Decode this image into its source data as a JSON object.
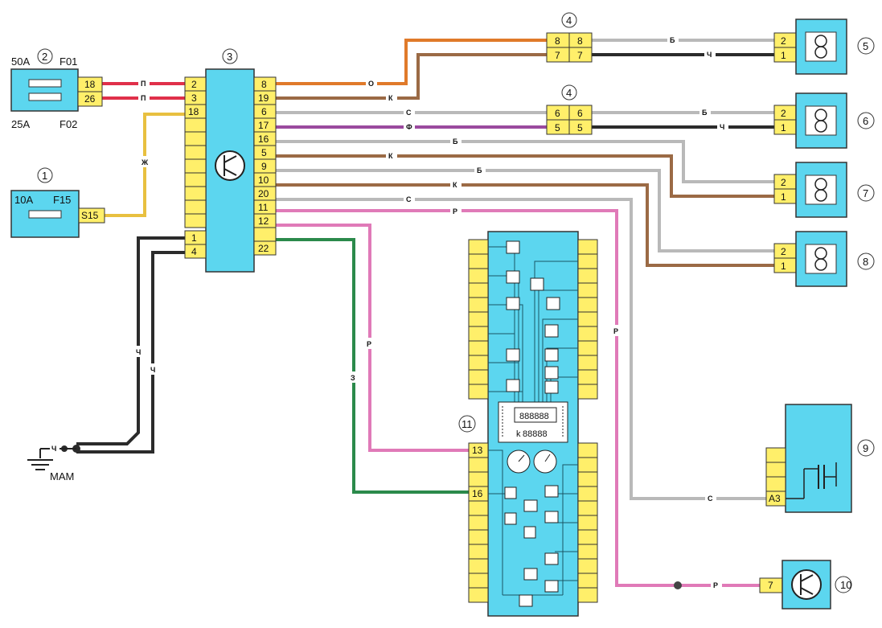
{
  "components": {
    "c1": {
      "number": "1",
      "fuse": "10A",
      "fuse_id": "F15",
      "pin": "S15"
    },
    "c2": {
      "number": "2",
      "fuse_top": "50A",
      "fuse_top_id": "F01",
      "fuse_bottom": "25A",
      "fuse_bottom_id": "F02",
      "pins": [
        "18",
        "26"
      ]
    },
    "c3": {
      "number": "3",
      "left_pins": [
        "2",
        "3",
        "18",
        "1",
        "4"
      ],
      "right_pins": [
        "8",
        "19",
        "6",
        "17",
        "16",
        "5",
        "9",
        "10",
        "20",
        "11",
        "12",
        "22"
      ]
    },
    "c4a": {
      "number": "4",
      "pins_top": [
        "8",
        "8"
      ],
      "pins_bottom": [
        "7",
        "7"
      ]
    },
    "c4b": {
      "number": "4",
      "pins_top": [
        "6",
        "6"
      ],
      "pins_bottom": [
        "5",
        "5"
      ]
    },
    "c5": {
      "number": "5",
      "pins": [
        "2",
        "1"
      ]
    },
    "c6": {
      "number": "6",
      "pins": [
        "2",
        "1"
      ]
    },
    "c7": {
      "number": "7",
      "pins": [
        "2",
        "1"
      ]
    },
    "c8": {
      "number": "8",
      "pins": [
        "2",
        "1"
      ]
    },
    "c9": {
      "number": "9",
      "pin": "A3"
    },
    "c10": {
      "number": "10",
      "pin": "7"
    },
    "c11": {
      "number": "11",
      "pins": [
        "13",
        "16"
      ],
      "display_top": "888888",
      "display_bottom": "88888",
      "display_prefix": "k"
    }
  },
  "ground": {
    "label": "МАМ"
  },
  "wire_labels": {
    "p1": "П",
    "p2": "П",
    "zh": "Ж",
    "o": "О",
    "k1": "К",
    "s1": "С",
    "f": "Ф",
    "b5": "Б",
    "ch5": "Ч",
    "b6": "Б",
    "ch6": "Ч",
    "b7": "Б",
    "k7": "К",
    "b8": "Б",
    "k8": "К",
    "s9": "С",
    "r10": "Р",
    "r10b": "Р",
    "r_vert": "Р",
    "r11": "Р",
    "z": "З",
    "ch_a": "Ч",
    "ch_b": "Ч",
    "ch_gnd": "Ч"
  },
  "colors": {
    "connector": "#ffef6a",
    "component": "#5cd6ef",
    "wire_pink": "#e0409a",
    "wire_red": "#e0304a",
    "wire_orange": "#e07a2a",
    "wire_brown": "#9b6a45",
    "wire_grey": "#b9b9b9",
    "wire_black": "#2b2b2b",
    "wire_purple": "#9a4a9e",
    "wire_yellow": "#e8c040",
    "wire_green": "#2b8a4b"
  }
}
